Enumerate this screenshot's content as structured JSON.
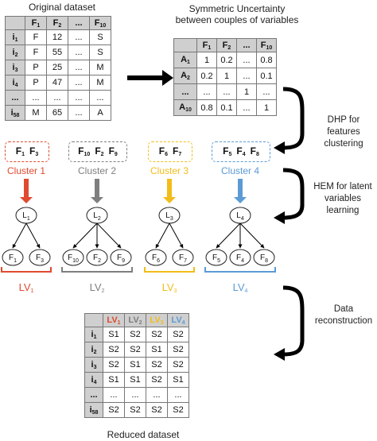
{
  "original": {
    "caption": "Original dataset",
    "columns": [
      "F1",
      "F2",
      "...",
      "F10"
    ],
    "rows": [
      {
        "id": "i1",
        "cells": [
          "F",
          "12",
          "...",
          "S"
        ]
      },
      {
        "id": "i2",
        "cells": [
          "F",
          "55",
          "...",
          "S"
        ]
      },
      {
        "id": "i3",
        "cells": [
          "P",
          "25",
          "...",
          "M"
        ]
      },
      {
        "id": "i4",
        "cells": [
          "P",
          "47",
          "...",
          "M"
        ]
      },
      {
        "id": "...",
        "cells": [
          "...",
          "...",
          "...",
          "..."
        ]
      },
      {
        "id": "i58",
        "cells": [
          "M",
          "65",
          "...",
          "A"
        ]
      }
    ]
  },
  "su": {
    "caption_line1": "Symmetric Uncertainty",
    "caption_line2": "between couples of variables",
    "columns": [
      "F1",
      "F2",
      "...",
      "F10"
    ],
    "rows": [
      {
        "id": "A1",
        "cells": [
          "1",
          "0.2",
          "...",
          "0.8"
        ]
      },
      {
        "id": "A2",
        "cells": [
          "0.2",
          "1",
          "...",
          "0.1"
        ]
      },
      {
        "id": "...",
        "cells": [
          "...",
          "...",
          "1",
          "..."
        ]
      },
      {
        "id": "A10",
        "cells": [
          "0.8",
          "0.1",
          "...",
          "1"
        ]
      }
    ]
  },
  "steps": {
    "dhp_line1": "DHP for features",
    "dhp_line2": "clustering",
    "hem_line1": "HEM for latent",
    "hem_line2": "variables learning",
    "data_line1": "Data",
    "data_line2": "reconstruction"
  },
  "clusters": [
    {
      "features": "F1   F3",
      "label": "Cluster 1",
      "color": "#e04a2f",
      "latent": "L1",
      "leaves": [
        "F1",
        "F3"
      ],
      "lv": "LV1"
    },
    {
      "features": "F10  F2  F9",
      "label": "Cluster 2",
      "color": "#7f7f7f",
      "latent": "L2",
      "leaves": [
        "F10",
        "F2",
        "F9"
      ],
      "lv": "LV2"
    },
    {
      "features": "F6   F7",
      "label": "Cluster 3",
      "color": "#f2bd1a",
      "latent": "L3",
      "leaves": [
        "F6",
        "F7"
      ],
      "lv": "LV3"
    },
    {
      "features": "F5   F4   F8",
      "label": "Cluster 4",
      "color": "#5b9bd5",
      "latent": "L4",
      "leaves": [
        "F5",
        "F4",
        "F8"
      ],
      "lv": "LV4"
    }
  ],
  "reduced": {
    "caption": "Reduced dataset",
    "columns": [
      "LV1",
      "LV2",
      "LV3",
      "LV4"
    ],
    "rows": [
      {
        "id": "i1",
        "cells": [
          "S1",
          "S2",
          "S2",
          "S2"
        ]
      },
      {
        "id": "i2",
        "cells": [
          "S2",
          "S2",
          "S1",
          "S2"
        ]
      },
      {
        "id": "i3",
        "cells": [
          "S2",
          "S1",
          "S2",
          "S2"
        ]
      },
      {
        "id": "i4",
        "cells": [
          "S1",
          "S1",
          "S2",
          "S1"
        ]
      },
      {
        "id": "...",
        "cells": [
          "...",
          "...",
          "...",
          "..."
        ]
      },
      {
        "id": "i58",
        "cells": [
          "S2",
          "S2",
          "S2",
          "S2"
        ]
      }
    ]
  }
}
